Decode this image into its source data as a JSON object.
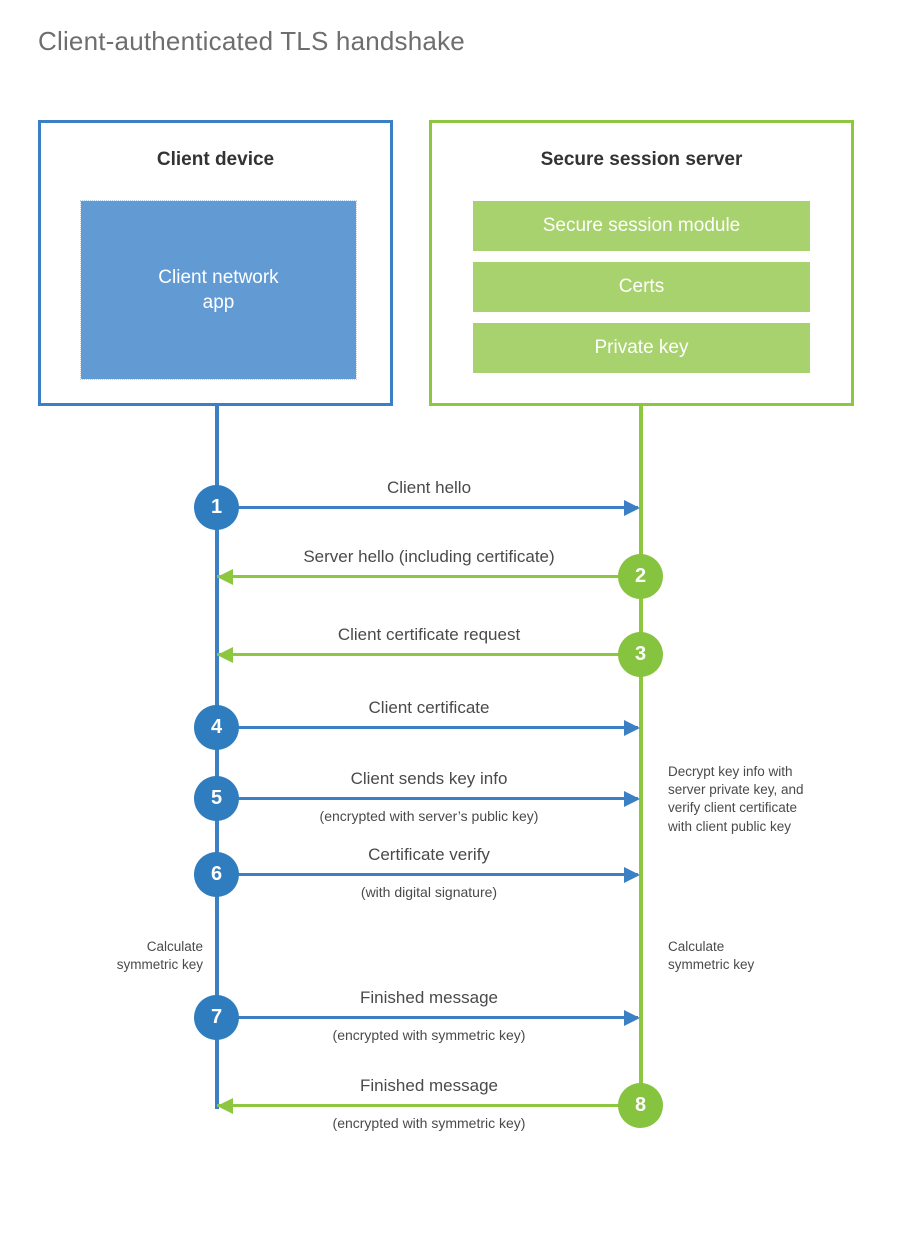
{
  "title": "Client-authenticated TLS handshake",
  "colors": {
    "client_blue": "#3b7fc4",
    "client_app_fill": "#629ad4",
    "server_green": "#8dc63f",
    "server_module_fill": "#a8d26d",
    "step_blue": "#2f7dbf",
    "step_green": "#86c440",
    "title_gray": "#6e6e6e",
    "text_gray": "#4a4a4a"
  },
  "client": {
    "title": "Client device",
    "app_label": "Client network\napp"
  },
  "server": {
    "title": "Secure session server",
    "modules": [
      {
        "label": "Secure session module"
      },
      {
        "label": "Certs"
      },
      {
        "label": "Private key"
      }
    ]
  },
  "messages": [
    {
      "step": "1",
      "label": "Client hello",
      "sublabel": "",
      "direction": "client-to-server",
      "color": "blue"
    },
    {
      "step": "2",
      "label": "Server hello (including certificate)",
      "sublabel": "",
      "direction": "server-to-client",
      "color": "green"
    },
    {
      "step": "3",
      "label": "Client certificate request",
      "sublabel": "",
      "direction": "server-to-client",
      "color": "green"
    },
    {
      "step": "4",
      "label": "Client certificate",
      "sublabel": "",
      "direction": "client-to-server",
      "color": "blue"
    },
    {
      "step": "5",
      "label": "Client sends key info",
      "sublabel": "(encrypted with server’s public key)",
      "direction": "client-to-server",
      "color": "blue"
    },
    {
      "step": "6",
      "label": "Certificate verify",
      "sublabel": "(with digital signature)",
      "direction": "client-to-server",
      "color": "blue"
    },
    {
      "step": "7",
      "label": "Finished message",
      "sublabel": "(encrypted with symmetric key)",
      "direction": "client-to-server",
      "color": "blue"
    },
    {
      "step": "8",
      "label": "Finished message",
      "sublabel": "(encrypted with symmetric key)",
      "direction": "server-to-client",
      "color": "green"
    }
  ],
  "annotations": {
    "server_decrypt": "Decrypt key info with\nserver private key, and\nverify client certificate\nwith client public key",
    "client_calculate": "Calculate\nsymmetric key",
    "server_calculate": "Calculate\nsymmetric key"
  }
}
